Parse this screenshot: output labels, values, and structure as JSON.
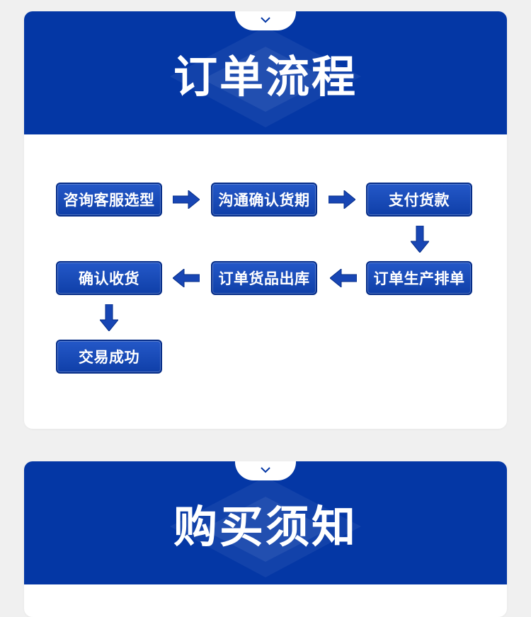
{
  "sections": [
    {
      "title": "订单流程"
    },
    {
      "title": "购买须知"
    }
  ],
  "flow": {
    "steps": [
      "咨询客服选型",
      "沟通确认货期",
      "支付货款",
      "订单生产排单",
      "订单货品出库",
      "确认收货",
      "交易成功"
    ]
  },
  "colors": {
    "banner": "#0437a5",
    "step": "#1a4ab8",
    "page_bg": "#f0f0f0"
  },
  "icons": {
    "notch": "chevron-down-icon",
    "connectors": "arrow-icon"
  }
}
